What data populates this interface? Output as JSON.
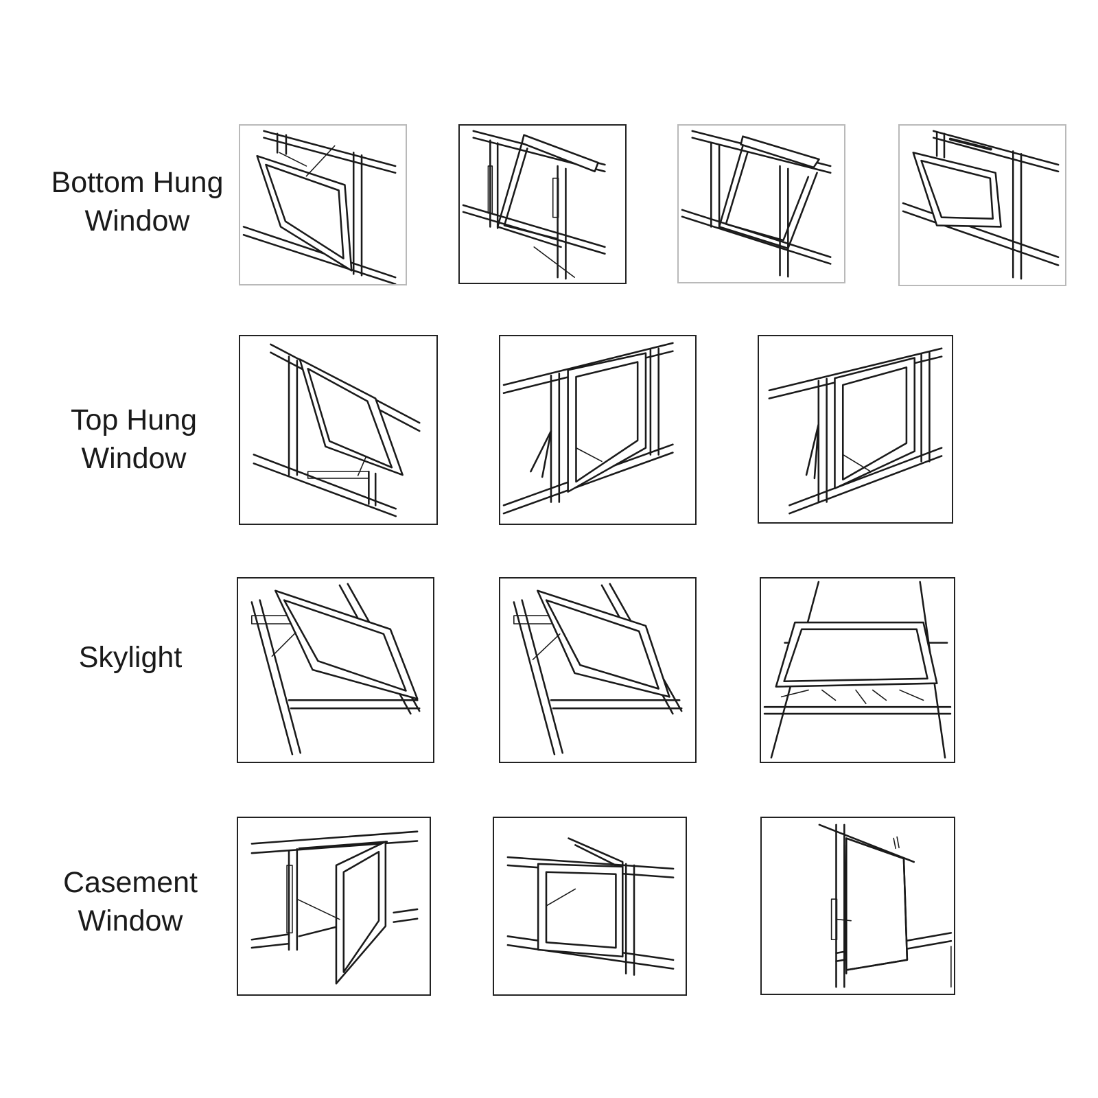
{
  "rows": [
    {
      "id": "bottom-hung",
      "label_line1": "Bottom Hung",
      "label_line2": "Window",
      "illustrations": [
        "bottom-hung-window-illustration",
        "bottom-hung-window-illustration",
        "bottom-hung-window-illustration",
        "bottom-hung-window-illustration"
      ]
    },
    {
      "id": "top-hung",
      "label_line1": "Top Hung",
      "label_line2": "Window",
      "illustrations": [
        "top-hung-window-illustration",
        "top-hung-window-illustration",
        "top-hung-window-illustration"
      ]
    },
    {
      "id": "skylight",
      "label_line1": "Skylight",
      "label_line2": "",
      "illustrations": [
        "skylight-window-illustration",
        "skylight-window-illustration",
        "skylight-window-illustration"
      ]
    },
    {
      "id": "casement",
      "label_line1": "Casement",
      "label_line2": "Window",
      "illustrations": [
        "casement-window-illustration",
        "casement-window-illustration",
        "casement-window-illustration"
      ]
    }
  ],
  "colors": {
    "line": "#1a1a1a",
    "tile_border": "#222222",
    "tile_border_light": "#b9b9b9",
    "background": "#ffffff"
  }
}
